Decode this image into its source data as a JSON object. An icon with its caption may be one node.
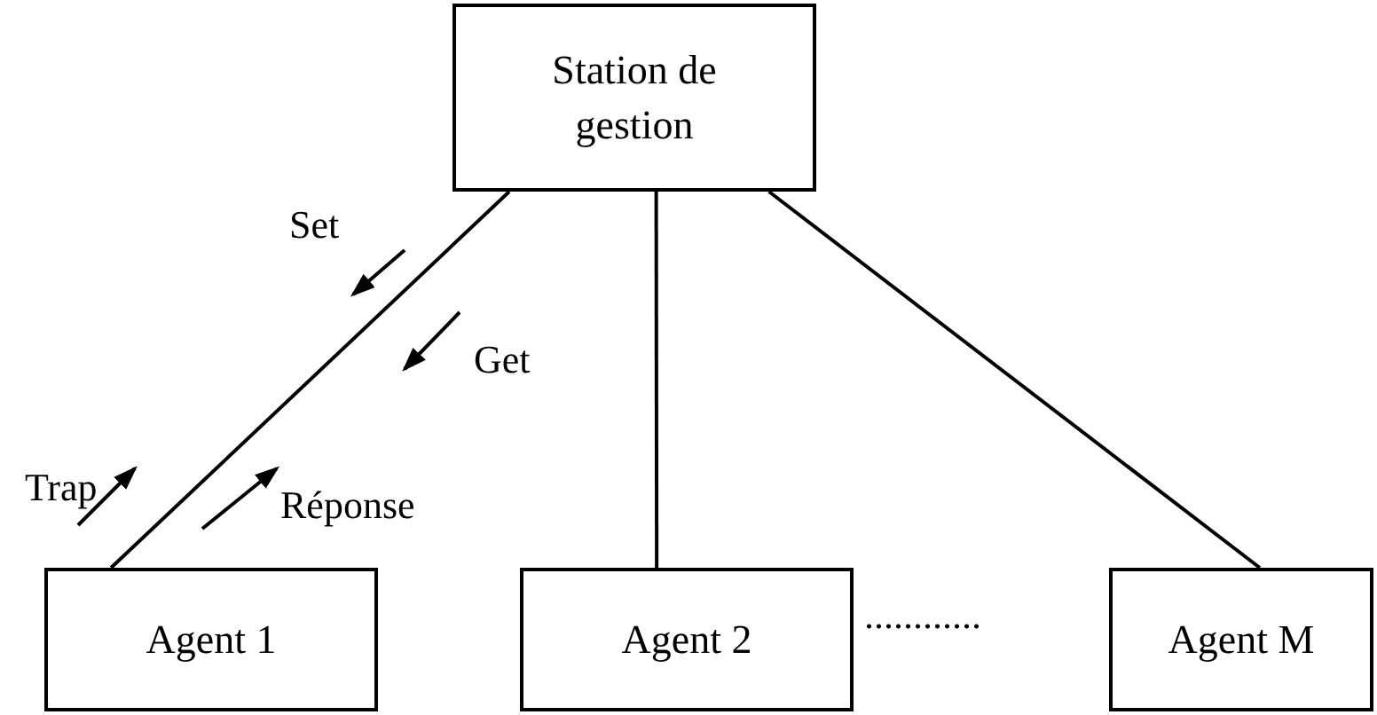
{
  "diagram": {
    "nodes": [
      {
        "text": [
          "Station de gestion"
        ]
      },
      {
        "text": [
          "Agent 1"
        ]
      },
      {
        "text": [
          "Agent 2"
        ]
      },
      {
        "text": [
          "Agent M"
        ]
      }
    ],
    "edges": [
      {
        "from": 0,
        "to": 1,
        "arrow": "none"
      },
      {
        "from": 0,
        "to": 2,
        "arrow": "none"
      },
      {
        "from": 0,
        "to": 3,
        "arrow": "none"
      }
    ],
    "labels": [
      "Set",
      "Get",
      "Trap",
      "Réponse",
      "............"
    ]
  }
}
